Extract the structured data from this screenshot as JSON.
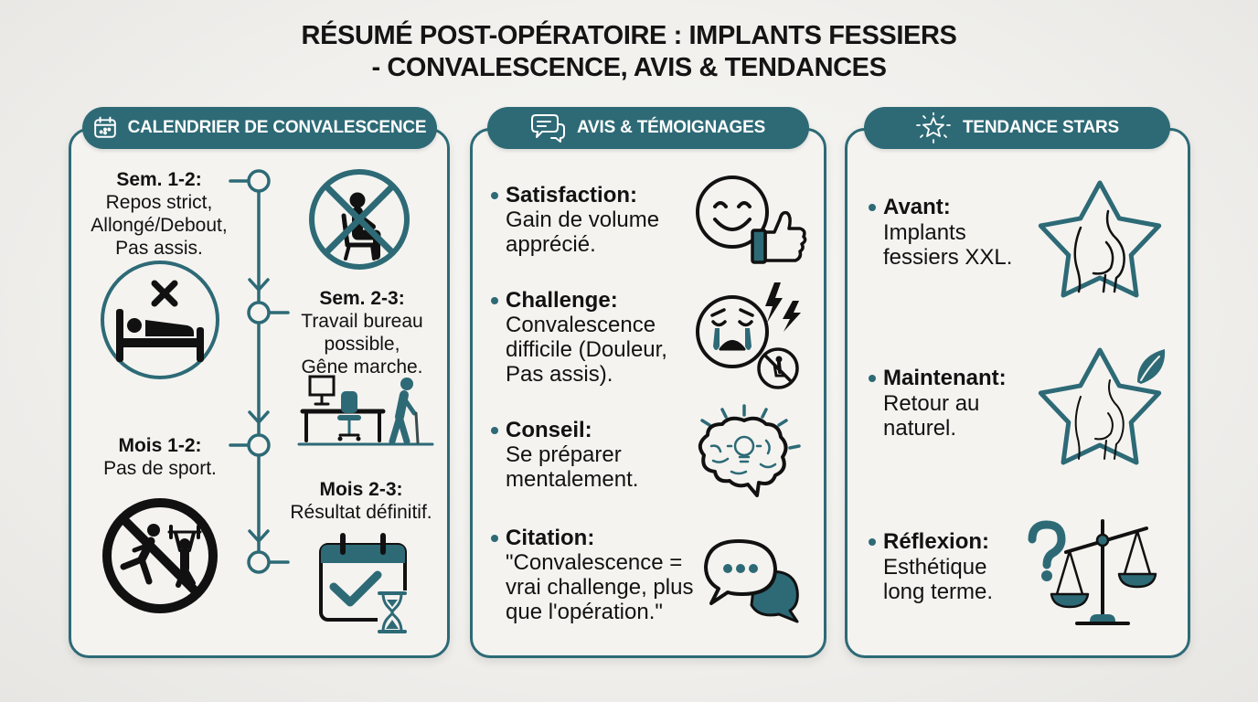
{
  "title": {
    "line1": "RÉSUMÉ POST-OPÉRATOIRE : IMPLANTS FESSIERS",
    "line2": "- CONVALESCENCE, AVIS & TENDANCES"
  },
  "colors": {
    "accent": "#2d6a76",
    "text": "#121212",
    "panel_background": "#f4f3f0",
    "page_background": "#f1f0ed"
  },
  "panels": {
    "calendar": {
      "header": "CALENDRIER DE CONVALESCENCE",
      "header_icon": "calendar-icon",
      "steps": [
        {
          "label": "Sem. 1-2:",
          "lines": [
            "Repos strict,",
            "Allongé/Debout,",
            "Pas assis."
          ],
          "icons": [
            "no-sitting-icon",
            "bed-rest-icon"
          ]
        },
        {
          "label": "Sem. 2-3:",
          "lines": [
            "Travail bureau",
            "possible,",
            "Gêne marche."
          ],
          "icons": [
            "office-desk-walking-icon"
          ]
        },
        {
          "label": "Mois 1-2:",
          "lines": [
            "Pas de sport."
          ],
          "icons": [
            "no-sport-icon"
          ]
        },
        {
          "label": "Mois 2-3:",
          "lines": [
            "Résultat définitif."
          ],
          "icons": [
            "calendar-check-hourglass-icon"
          ]
        }
      ]
    },
    "reviews": {
      "header": "AVIS & TÉMOIGNAGES",
      "header_icon": "chat-bubbles-icon",
      "items": [
        {
          "label": "Satisfaction:",
          "lines": [
            "Gain de volume",
            "apprécié."
          ],
          "icon": "smiley-thumbs-up-icon"
        },
        {
          "label": "Challenge:",
          "lines": [
            "Convalescence",
            "difficile (Douleur,",
            "Pas assis)."
          ],
          "icon": "crying-face-pain-icon"
        },
        {
          "label": "Conseil:",
          "lines": [
            "Se préparer",
            "mentalement."
          ],
          "icon": "brain-lightbulb-icon"
        },
        {
          "label": "Citation:",
          "lines": [
            "\"Convalescence =",
            "vrai challenge, plus",
            "que l'opération.\""
          ],
          "icon": "speech-bubbles-icon"
        }
      ]
    },
    "trends": {
      "header": "TENDANCE STARS",
      "header_icon": "sparkle-star-icon",
      "items": [
        {
          "label": "Avant:",
          "lines": [
            "Implants",
            "fessiers XXL."
          ],
          "icon": "star-silhouette-icon"
        },
        {
          "label": "Maintenant:",
          "lines": [
            "Retour au",
            "naturel."
          ],
          "icon": "star-silhouette-leaf-icon"
        },
        {
          "label": "Réflexion:",
          "lines": [
            "Esthétique",
            "long terme."
          ],
          "icon": "question-scales-icon"
        }
      ]
    }
  }
}
